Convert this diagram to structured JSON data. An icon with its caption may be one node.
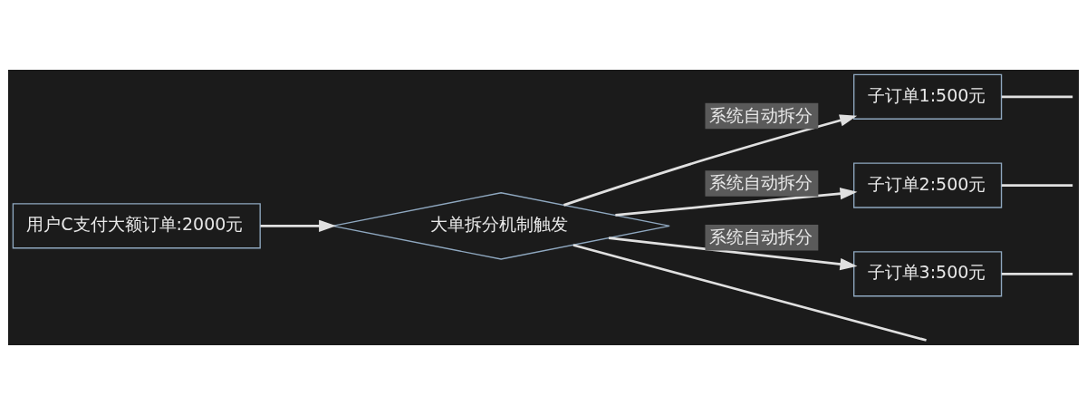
{
  "diagram": {
    "nodes": [
      {
        "text": [
          "用户C支付大额订单:2000元"
        ]
      },
      {
        "text": [
          "大单拆分机制触发"
        ]
      },
      {
        "text": [
          "子订单1:500元"
        ]
      },
      {
        "text": [
          "子订单2:500元"
        ]
      },
      {
        "text": [
          "子订单3:500元"
        ]
      }
    ],
    "edges": [
      {
        "from": 0,
        "to": 1,
        "arrow": "to"
      },
      {
        "from": 1,
        "to": 2,
        "arrow": "to",
        "label": "系统自动拆分"
      },
      {
        "from": 1,
        "to": 3,
        "arrow": "to",
        "label": "系统自动拆分"
      },
      {
        "from": 1,
        "to": 4,
        "arrow": "to",
        "label": "系统自动拆分"
      },
      {
        "from": 1,
        "to": null,
        "arrow": "none"
      },
      {
        "from": 2,
        "to": null,
        "arrow": "none"
      },
      {
        "from": 3,
        "to": null,
        "arrow": "none"
      },
      {
        "from": 4,
        "to": null,
        "arrow": "none"
      }
    ]
  }
}
